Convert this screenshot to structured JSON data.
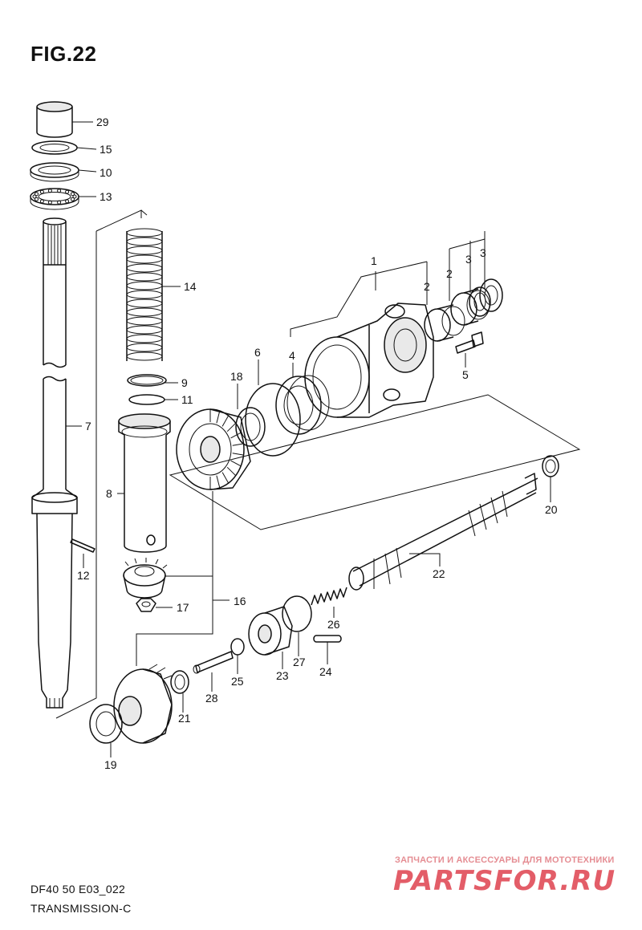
{
  "figure": {
    "title": "FIG.22"
  },
  "footer": {
    "code": "DF40 50 E03_022",
    "name": "TRANSMISSION-C"
  },
  "watermark": {
    "slogan": "ЗАПЧАСТИ И АКСЕССУАРЫ ДЛЯ МОТОТЕХНИКИ",
    "logo": "PARTSFOR.RU"
  },
  "colors": {
    "line": "#111111",
    "watermark": "#e35d68"
  },
  "callouts": {
    "c29": "29",
    "c15": "15",
    "c10": "10",
    "c13": "13",
    "c14": "14",
    "c1": "1",
    "c2a": "2",
    "c2b": "2",
    "c3a": "3",
    "c3b": "3",
    "c9": "9",
    "c11": "11",
    "c18": "18",
    "c6": "6",
    "c4": "4",
    "c5": "5",
    "c7": "7",
    "c8": "8",
    "c20": "20",
    "c22": "22",
    "c12": "12",
    "c16": "16",
    "c17": "17",
    "c26": "26",
    "c27": "27",
    "c24": "24",
    "c23": "23",
    "c25": "25",
    "c28": "28",
    "c21": "21",
    "c19": "19"
  }
}
